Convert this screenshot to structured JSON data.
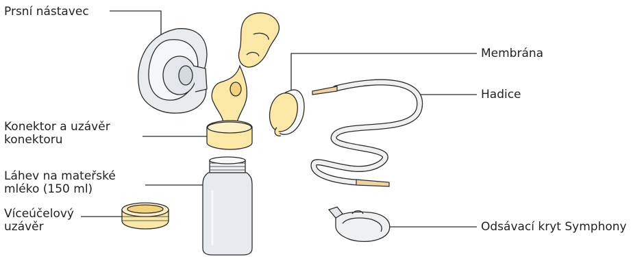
{
  "labels": {
    "breast_shield": "Prsní nástavec",
    "connector_line1": "Konektor a uzávěr",
    "connector_line2": "konektoru",
    "bottle_line1": "Láhev na mateřské",
    "bottle_line2": "mléko (150 ml)",
    "lid_line1": "Víceúčelový",
    "lid_line2": "uzávěr",
    "membrane": "Membrána",
    "tubing": "Hadice",
    "cover": "Odsávací kryt Symphony"
  },
  "colors": {
    "line": "#2a2a2a",
    "part_yellow": "#fbe7a6",
    "part_yellow_dark": "#f2d27a",
    "shield_gray": "#e9ecef",
    "bottle_gray": "#e7eaee",
    "tube_gray": "#eef0f2",
    "tip_tan": "#f0d3a0"
  }
}
